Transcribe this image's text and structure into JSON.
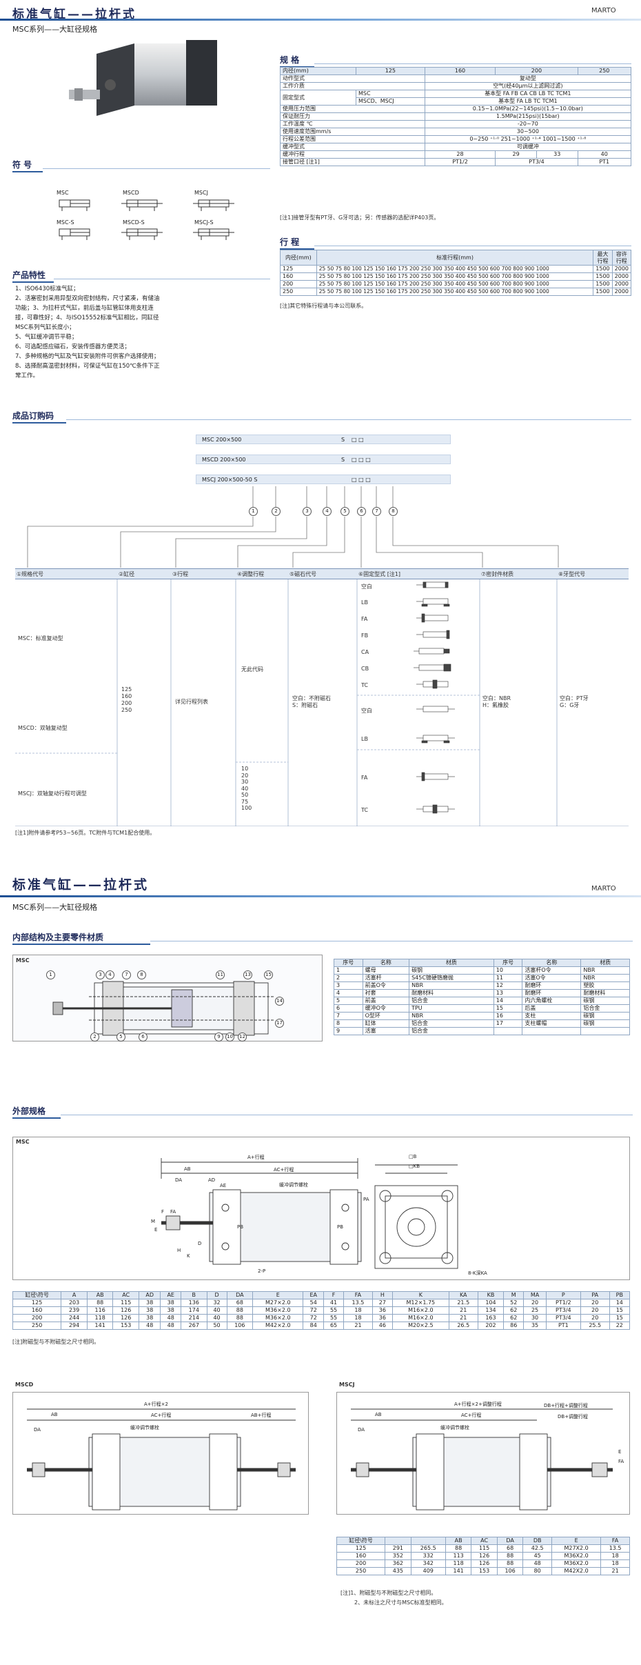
{
  "header1": {
    "title": "标准气缸——拉杆式",
    "brand": "MARTO",
    "subtitle": "MSC系列——大缸径规格"
  },
  "spec": {
    "heading": "规 格",
    "bore_label": "内径(mm)",
    "bores": [
      "125",
      "160",
      "200",
      "250"
    ],
    "rows": [
      {
        "k": "动作型式",
        "v": "复动型"
      },
      {
        "k": "工作介质",
        "v": "空气(经40μm以上滤网过滤)"
      }
    ],
    "mount_label": "固定型式",
    "mount_rows": [
      {
        "k": "MSC",
        "v": "基本型  FA  FB  CA  CB  LB  TC  TCM1"
      },
      {
        "k": "MSCD、MSCJ",
        "v": "基本型  FA  LB  TC  TCM1"
      }
    ],
    "rows2": [
      {
        "k": "使用压力范围",
        "v": "0.15~1.0MPa(22~145psi)(1.5~10.0bar)"
      },
      {
        "k": "保证耐压力",
        "v": "1.5MPa(215psi)(15bar)"
      },
      {
        "k": "工作温度 ℃",
        "v": "-20~70"
      },
      {
        "k": "使用速度范围mm/s",
        "v": "30~500"
      },
      {
        "k": "行程公差范围",
        "v": "0~250 ⁺¹·⁰  251~1000 ⁺¹·⁴  1001~1500 ⁺¹·⁸"
      },
      {
        "k": "缓冲型式",
        "v": "可调缓冲"
      }
    ],
    "cushion_label": "缓冲行程",
    "cushion": [
      "28",
      "29",
      "33",
      "40"
    ],
    "port_label": "接管口径 [注1]",
    "ports": [
      "PT1/2",
      "",
      "PT3/4",
      "",
      "PT1"
    ],
    "note": "[注1]接管牙型有PT牙、G牙可选；另：传感器的选配详P403页。"
  },
  "stroke": {
    "heading": "行 程",
    "h_bore": "内径(mm)",
    "h_std": "标准行程(mm)",
    "h_max": "最大行程",
    "h_allow": "容许行程",
    "rows": [
      {
        "b": "125",
        "s": "25 50 75 80 100 125 150 160 175 200 250 300 350 400 450 500 600 700 800 900 1000",
        "m": "1500",
        "a": "2000"
      },
      {
        "b": "160",
        "s": "25 50 75 80 100 125 150 160 175 200 250 300 350 400 450 500 600 700 800 900 1000",
        "m": "1500",
        "a": "2000"
      },
      {
        "b": "200",
        "s": "25 50 75 80 100 125 150 160 175 200 250 300 350 400 450 500 600 700 800 900 1000",
        "m": "1500",
        "a": "2000"
      },
      {
        "b": "250",
        "s": "25 50 75 80 100 125 150 160 175 200 250 300 350 400 450 500 600 700 800 900 1000",
        "m": "1500",
        "a": "2000"
      }
    ],
    "note": "[注]其它特殊行程请与本公司联系。"
  },
  "symbol": {
    "heading": "符 号",
    "labels": [
      "MSC",
      "MSCD",
      "MSCJ",
      "MSC-S",
      "MSCD-S",
      "MSCJ-S"
    ]
  },
  "features": {
    "heading": "产品特性",
    "lines": [
      "1、ISO6430标准气缸；",
      "2、活塞密封采用异型双向密封结构，尺寸紧凑，有储油",
      "功能；3、为拉杆式气缸，前后盖与缸管缸体用支柱连",
      "接，可靠性好；4、与ISO15552标准气缸相比，同缸径",
      "MSC系列气缸长度小；",
      "5、气缸缓冲调节平稳；",
      "6、可选配感应磁石，安装传感器方便灵活；",
      "7、多种规格的气缸及气缸安装附件可供客户选择使用；",
      "8、选择耐高温密封材料，可保证气缸在150℃条件下正",
      "常工作。"
    ]
  },
  "order": {
    "heading": "成品订购码",
    "examples": [
      {
        "a": "MSC   200×500",
        "s": "S"
      },
      {
        "a": "MSCD  200×500",
        "s": "S"
      },
      {
        "a": "MSCJ  200×500-50  S",
        "s": ""
      }
    ],
    "nums": [
      "1",
      "2",
      "3",
      "4",
      "5",
      "6",
      "7",
      "8"
    ],
    "cols": [
      "①规格代号",
      "②缸径",
      "③行程",
      "④调整行程",
      "⑤磁石代号",
      "⑥固定型式 [注1]",
      "⑦密封件材质",
      "⑧牙型代号"
    ],
    "spec_codes": [
      "MSC：标准复动型",
      "MSCD：双轴复动型",
      "MSCJ：双轴复动行程可调型"
    ],
    "bores": [
      "125",
      "160",
      "200",
      "250"
    ],
    "stroke_text": "详见行程列表",
    "adjust_none": "无此代码",
    "adjust_vals": [
      "10",
      "20",
      "30",
      "40",
      "50",
      "75",
      "100"
    ],
    "magnet": [
      "空白：不附磁石",
      "S：附磁石"
    ],
    "mounts_msc": [
      "空白",
      "LB",
      "FA",
      "FB",
      "CA",
      "CB",
      "TC"
    ],
    "mounts_d": [
      "空白",
      "LB"
    ],
    "mounts_j": [
      "FA",
      "TC"
    ],
    "seal": [
      "空白：NBR",
      "H：氟橡胶"
    ],
    "thread": [
      "空白：PT牙",
      "G：G牙"
    ],
    "note": "[注1]附件请参考P53~56页。TC附件与TCM1配合使用。"
  },
  "header2": {
    "title": "标准气缸——拉杆式",
    "brand": "MARTO",
    "subtitle": "MSC系列——大缸径规格"
  },
  "internal": {
    "heading": "内部结构及主要零件材质",
    "label": "MSC",
    "callouts_top": [
      "1",
      "3",
      "4",
      "7",
      "8",
      "11",
      "13",
      "15"
    ],
    "callouts_bot": [
      "2",
      "5",
      "6",
      "9",
      "10",
      "12"
    ],
    "callouts_right": [
      "14",
      "17"
    ],
    "th": [
      "序号",
      "名称",
      "材质",
      "序号",
      "名称",
      "材质"
    ],
    "parts": [
      [
        "1",
        "螺母",
        "碳钢",
        "10",
        "活塞杆O令",
        "NBR"
      ],
      [
        "2",
        "活塞杆",
        "S45C镀硬铬磨抛",
        "11",
        "活塞O令",
        "NBR"
      ],
      [
        "3",
        "前盖O令",
        "NBR",
        "12",
        "耐磨环",
        "塑胶"
      ],
      [
        "4",
        "衬套",
        "耐磨材料",
        "13",
        "耐磨环",
        "耐磨材料"
      ],
      [
        "5",
        "前盖",
        "铝合金",
        "14",
        "内六角螺栓",
        "碳钢"
      ],
      [
        "6",
        "缓冲O令",
        "TPU",
        "15",
        "后盖",
        "铝合金"
      ],
      [
        "7",
        "O型环",
        "NBR",
        "16",
        "支柱",
        "碳钢"
      ],
      [
        "8",
        "缸体",
        "铝合金",
        "17",
        "支柱螺帽",
        "碳钢"
      ],
      [
        "9",
        "活塞",
        "铝合金",
        "",
        "",
        ""
      ]
    ]
  },
  "outer": {
    "heading": "外部规格",
    "msc_label": "MSC",
    "dims": {
      "top": "A+行程",
      "ac": "AC+行程",
      "ab": "AB",
      "da": "DA",
      "ad": "AD",
      "ae": "AE",
      "cushion": "缓冲调节螺栓",
      "b": "□B",
      "kb": "□KB",
      "e": "E",
      "f": "F",
      "fa": "FA",
      "h": "H",
      "k": "K",
      "m": "M",
      "d": "D",
      "p": "2-P",
      "pb": "PB",
      "pa": "PA",
      "ka": "8-K深KA"
    },
    "th": [
      "缸径\\符号",
      "A",
      "AB",
      "AC",
      "AD",
      "AE",
      "B",
      "D",
      "DA",
      "E",
      "EA",
      "F",
      "FA",
      "H",
      "K",
      "KA",
      "KB",
      "M",
      "MA",
      "P",
      "PA",
      "PB"
    ],
    "rows": [
      [
        "125",
        "203",
        "88",
        "115",
        "38",
        "38",
        "136",
        "32",
        "68",
        "M27×2.0",
        "54",
        "41",
        "13.5",
        "27",
        "M12×1.75",
        "21.5",
        "104",
        "52",
        "20",
        "PT1/2",
        "20",
        "14"
      ],
      [
        "160",
        "239",
        "116",
        "126",
        "38",
        "38",
        "174",
        "40",
        "88",
        "M36×2.0",
        "72",
        "55",
        "18",
        "36",
        "M16×2.0",
        "21",
        "134",
        "62",
        "25",
        "PT3/4",
        "20",
        "15"
      ],
      [
        "200",
        "244",
        "118",
        "126",
        "38",
        "48",
        "214",
        "40",
        "88",
        "M36×2.0",
        "72",
        "55",
        "18",
        "36",
        "M16×2.0",
        "21",
        "163",
        "62",
        "30",
        "PT3/4",
        "20",
        "15"
      ],
      [
        "250",
        "294",
        "141",
        "153",
        "48",
        "48",
        "267",
        "50",
        "106",
        "M42×2.0",
        "84",
        "65",
        "21",
        "46",
        "M20×2.5",
        "26.5",
        "202",
        "86",
        "35",
        "PT1",
        "25.5",
        "22"
      ]
    ],
    "note": "[注]附磁型与不附磁型之尺寸相同。"
  },
  "mscd": {
    "label": "MSCD",
    "top": "A+行程×2",
    "ab1": "AB",
    "ac": "AC+行程",
    "ab2": "AB+行程",
    "da": "DA",
    "cushion": "缓冲调节螺栓"
  },
  "mscj": {
    "label": "MSCJ",
    "top": "A+行程×2+调整行程",
    "ab": "AB",
    "ac": "AC+行程",
    "db1": "DB+行程+调整行程",
    "db2": "DB+调整行程",
    "da": "DA",
    "cushion": "缓冲调节螺栓",
    "e": "E",
    "fa": "FA"
  },
  "jtable": {
    "th": [
      "缸径\\符号",
      "",
      "",
      "AB",
      "AC",
      "DA",
      "DB",
      "E",
      "FA"
    ],
    "rows": [
      [
        "125",
        "291",
        "265.5",
        "88",
        "115",
        "68",
        "42.5",
        "M27X2.0",
        "13.5"
      ],
      [
        "160",
        "352",
        "332",
        "113",
        "126",
        "88",
        "45",
        "M36X2.0",
        "18"
      ],
      [
        "200",
        "362",
        "342",
        "118",
        "126",
        "88",
        "48",
        "M36X2.0",
        "18"
      ],
      [
        "250",
        "435",
        "409",
        "141",
        "153",
        "106",
        "80",
        "M42X2.0",
        "21"
      ]
    ],
    "notes": [
      "[注]1、附磁型与不附磁型之尺寸相同。",
      "2、未标注之尺寸与MSC标准型相同。"
    ]
  }
}
